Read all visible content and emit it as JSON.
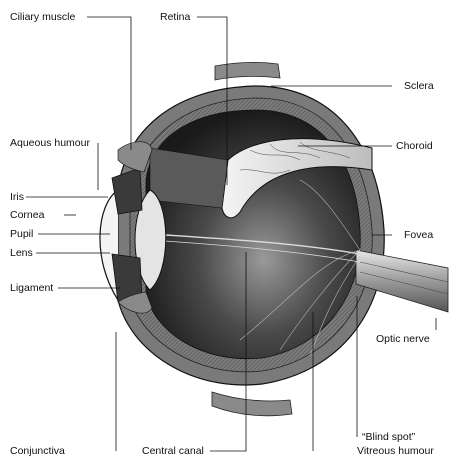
{
  "labels": {
    "ciliary_muscle": "Ciliary muscle",
    "retina": "Retina",
    "sclera": "Sclera",
    "aqueous_humour": "Aqueous humour",
    "choroid": "Choroid",
    "iris": "Iris",
    "cornea": "Cornea",
    "pupil": "Pupil",
    "fovea": "Fovea",
    "lens": "Lens",
    "ligament": "Ligament",
    "optic_nerve": "Optic nerve",
    "conjunctiva": "Conjunctiva",
    "central_canal": "Central canal",
    "blind_spot": "“Blind spot”",
    "vitreous_humour": "Vitreous humour"
  },
  "colors": {
    "ink": "#111111",
    "sclera_shade": "#6a6a6a",
    "vitreous_dark": "#2a2a2a",
    "choroid_light": "#cfcfcf"
  }
}
